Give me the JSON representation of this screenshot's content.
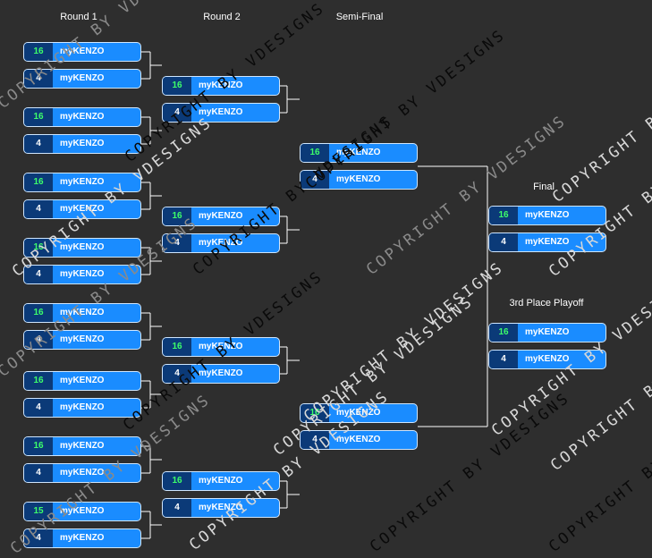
{
  "rounds": {
    "r1": "Round 1",
    "r2": "Round 2",
    "sf": "Semi-Final",
    "final": "Final",
    "third": "3rd Place Playoff"
  },
  "colors": {
    "background": "#2e2e2e",
    "slot": "#1a8cff",
    "seed_box": "#0b3a78",
    "seed_green": "#3dff6a",
    "seed_white": "#ffffff",
    "connector": "#ffffff"
  },
  "watermark": "COPYRIGHT BY VDESIGNS",
  "matches": {
    "r1": [
      [
        {
          "seed": "16",
          "team": "myKENZO"
        },
        {
          "seed": "4",
          "team": "myKENZO"
        }
      ],
      [
        {
          "seed": "16",
          "team": "myKENZO"
        },
        {
          "seed": "4",
          "team": "myKENZO"
        }
      ],
      [
        {
          "seed": "16",
          "team": "myKENZO"
        },
        {
          "seed": "4",
          "team": "myKENZO"
        }
      ],
      [
        {
          "seed": "16",
          "team": "myKENZO"
        },
        {
          "seed": "4",
          "team": "myKENZO"
        }
      ],
      [
        {
          "seed": "16",
          "team": "myKENZO"
        },
        {
          "seed": "4",
          "team": "myKENZO"
        }
      ],
      [
        {
          "seed": "16",
          "team": "myKENZO"
        },
        {
          "seed": "4",
          "team": "myKENZO"
        }
      ],
      [
        {
          "seed": "16",
          "team": "myKENZO"
        },
        {
          "seed": "4",
          "team": "myKENZO"
        }
      ],
      [
        {
          "seed": "15",
          "team": "myKENZO"
        },
        {
          "seed": "4",
          "team": "myKENZO"
        }
      ]
    ],
    "r2": [
      [
        {
          "seed": "16",
          "team": "myKENZO"
        },
        {
          "seed": "4",
          "team": "myKENZO"
        }
      ],
      [
        {
          "seed": "16",
          "team": "myKENZO"
        },
        {
          "seed": "4",
          "team": "myKENZO"
        }
      ],
      [
        {
          "seed": "16",
          "team": "myKENZO"
        },
        {
          "seed": "4",
          "team": "myKENZO"
        }
      ],
      [
        {
          "seed": "16",
          "team": "myKENZO"
        },
        {
          "seed": "4",
          "team": "myKENZO"
        }
      ]
    ],
    "sf": [
      [
        {
          "seed": "16",
          "team": "myKENZO"
        },
        {
          "seed": "4",
          "team": "myKENZO"
        }
      ],
      [
        {
          "seed": "16",
          "team": "myKENZO"
        },
        {
          "seed": "4",
          "team": "myKENZO"
        }
      ]
    ],
    "final": [
      {
        "seed": "16",
        "team": "myKENZO"
      },
      {
        "seed": "4",
        "team": "myKENZO"
      }
    ],
    "third": [
      {
        "seed": "16",
        "team": "myKENZO"
      },
      {
        "seed": "4",
        "team": "myKENZO"
      }
    ]
  }
}
